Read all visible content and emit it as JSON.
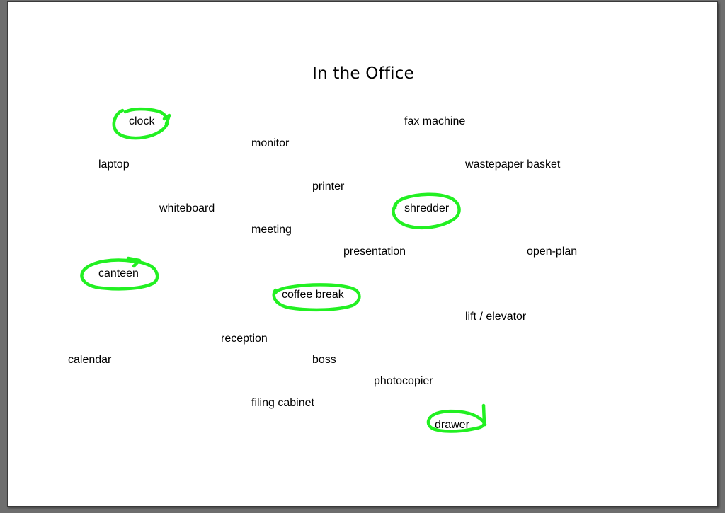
{
  "worksheet": {
    "title": "In the Office",
    "words": {
      "clock": "clock",
      "fax_machine": "fax machine",
      "monitor": "monitor",
      "laptop": "laptop",
      "wastepaper_basket": "wastepaper basket",
      "printer": "printer",
      "whiteboard": "whiteboard",
      "shredder": "shredder",
      "meeting": "meeting",
      "presentation": "presentation",
      "open_plan": "open-plan",
      "canteen": "canteen",
      "coffee_break": "coffee break",
      "lift_elevator": "lift / elevator",
      "reception": "reception",
      "calendar": "calendar",
      "boss": "boss",
      "photocopier": "photocopier",
      "filing_cabinet": "filing cabinet",
      "drawer": "drawer"
    },
    "circled_words": [
      "clock",
      "shredder",
      "canteen",
      "coffee break",
      "drawer"
    ],
    "highlight_color": "#22f022"
  }
}
